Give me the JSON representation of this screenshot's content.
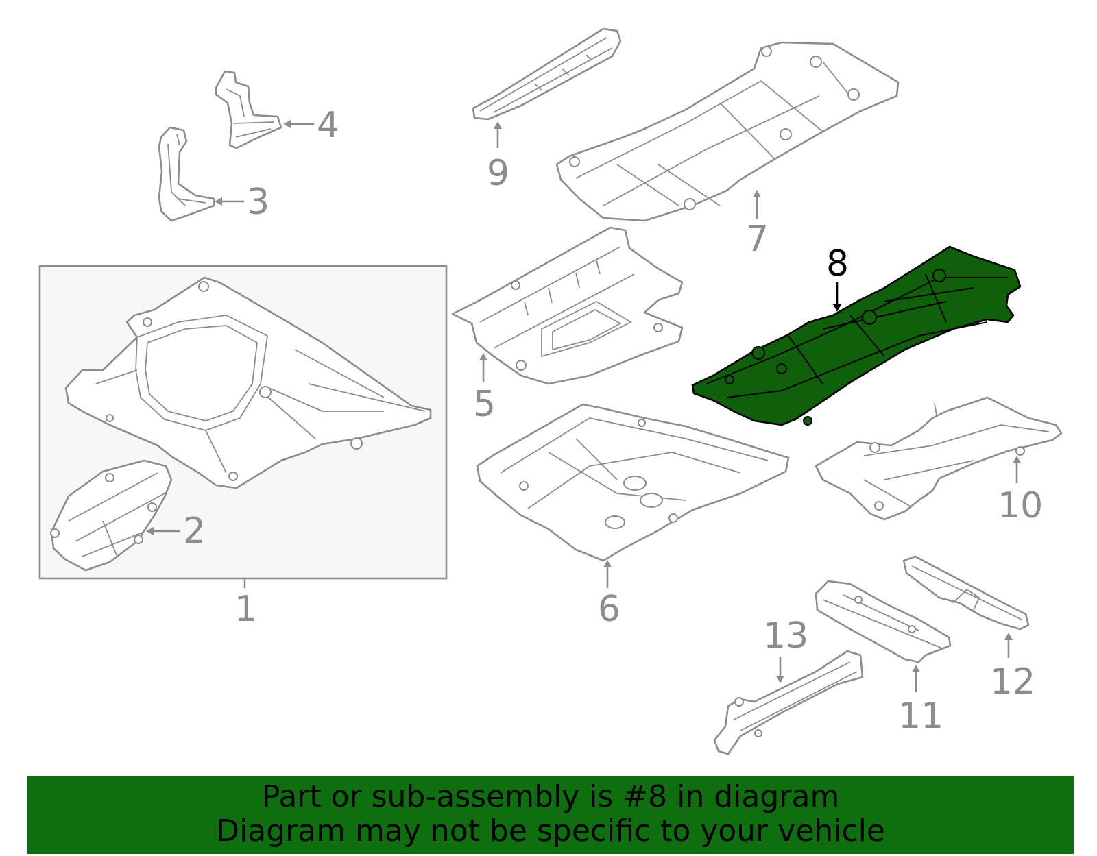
{
  "diagram": {
    "callouts": [
      "1",
      "2",
      "3",
      "4",
      "5",
      "6",
      "7",
      "8",
      "9",
      "10",
      "11",
      "12",
      "13"
    ],
    "highlighted_callout": "8",
    "highlight_color": "#0f6e0f",
    "line_color": "#8c8c8c"
  },
  "banner": {
    "line1": "Part or sub-assembly is #8 in diagram",
    "line2": "Diagram may not be specific to your vehicle",
    "background": "#0f6e0f"
  }
}
